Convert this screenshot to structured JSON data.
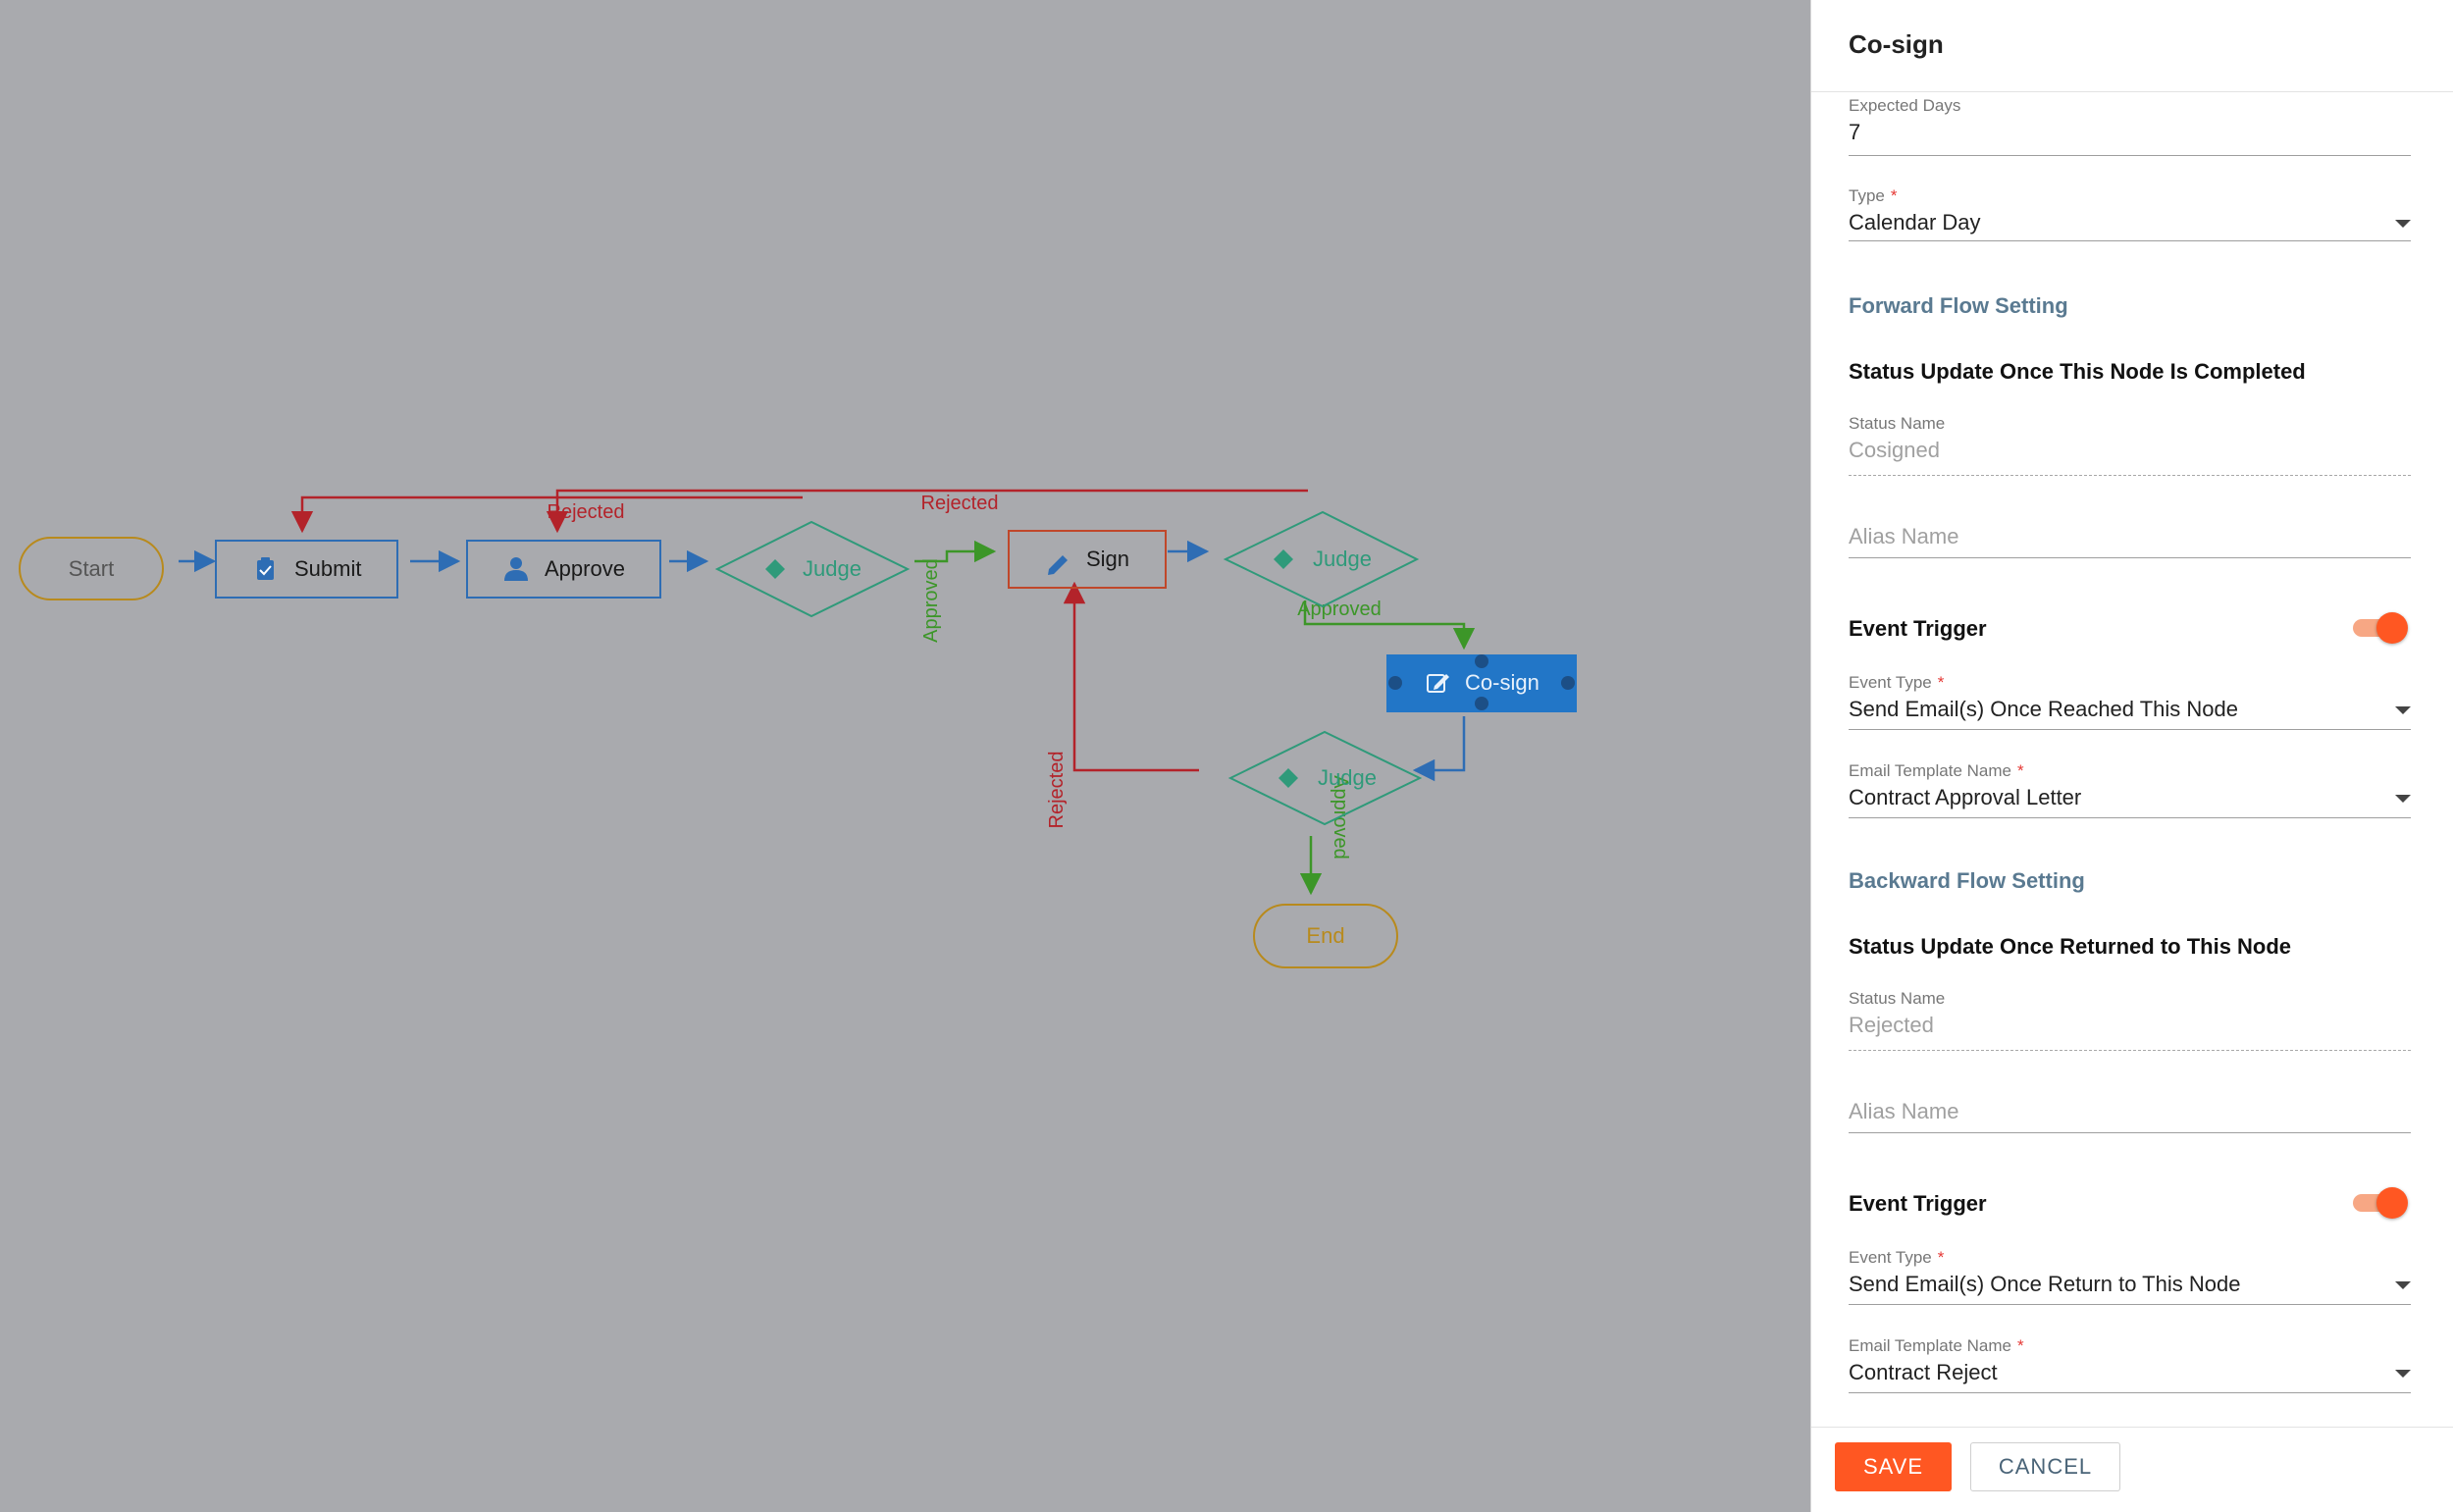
{
  "colors": {
    "canvas_bg": "#a9aaae",
    "task_blue": "#2e6db4",
    "judge_green": "#2f9a7a",
    "approved_green": "#3c9628",
    "rejected_red": "#b3232a",
    "terminal_gold": "#b88a1d",
    "sign_border": "#c0472a",
    "selected_fill": "#2276c7",
    "accent_orange": "#ff5722",
    "section_blue": "#5a7a91"
  },
  "flow": {
    "nodes": {
      "start": "Start",
      "submit": "Submit",
      "approve": "Approve",
      "judge1": "Judge",
      "sign": "Sign",
      "judge2": "Judge",
      "cosign": "Co-sign",
      "judge3": "Judge",
      "end": "End"
    },
    "edges": {
      "rejected_to_submit": "Rejected",
      "rejected_to_approve": "Rejected",
      "judge1_approved": "Approved",
      "judge2_approved": "Approved",
      "judge3_rejected": "Rejected",
      "judge3_approved": "Approved"
    }
  },
  "panel": {
    "title": "Co-sign",
    "expected_days": {
      "label": "Expected Days",
      "value": "7"
    },
    "type": {
      "label": "Type",
      "value": "Calendar Day"
    },
    "forward": {
      "title": "Forward Flow Setting",
      "subtitle": "Status Update Once This Node Is Completed",
      "status_name": {
        "label": "Status Name",
        "value": "Cosigned"
      },
      "alias_name": {
        "placeholder": "Alias Name"
      },
      "event_trigger": {
        "label": "Event Trigger",
        "enabled": true
      },
      "event_type": {
        "label": "Event Type",
        "value": "Send Email(s) Once Reached This Node"
      },
      "email_template": {
        "label": "Email Template Name",
        "value": "Contract Approval Letter"
      }
    },
    "backward": {
      "title": "Backward Flow Setting",
      "subtitle": "Status Update Once Returned to This Node",
      "status_name": {
        "label": "Status Name",
        "value": "Rejected"
      },
      "alias_name": {
        "placeholder": "Alias Name"
      },
      "event_trigger": {
        "label": "Event Trigger",
        "enabled": true
      },
      "event_type": {
        "label": "Event Type",
        "value": "Send Email(s) Once Return to This Node"
      },
      "email_template": {
        "label": "Email Template Name",
        "value": "Contract Reject"
      }
    },
    "actions": {
      "save": "SAVE",
      "cancel": "CANCEL"
    }
  }
}
